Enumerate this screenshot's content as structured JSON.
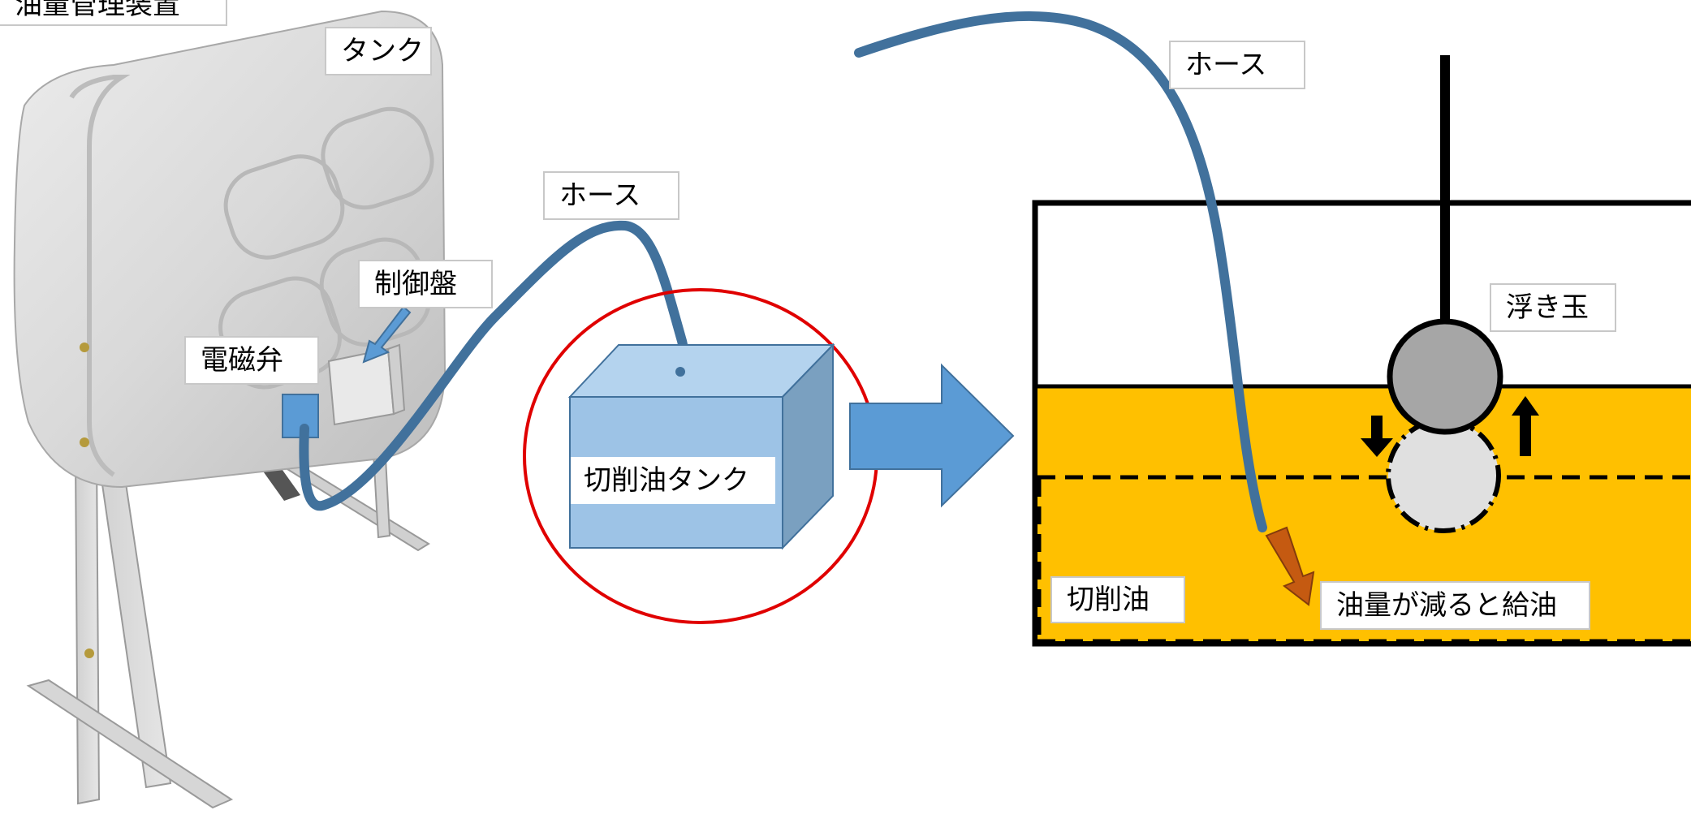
{
  "labels": {
    "device_title": "油量管理装置",
    "tank": "タンク",
    "control_panel": "制御盤",
    "solenoid_valve": "電磁弁",
    "hose_left": "ホース",
    "cutting_oil_tank": "切削油タンク",
    "hose_right": "ホース",
    "float_ball": "浮き玉",
    "cutting_oil": "切削油",
    "refill_note": "油量が減ると給油"
  },
  "colors": {
    "hose": "#41719c",
    "oil": "#ffc000",
    "float_top": "#a6a6a6",
    "float_bottom": "#e0e0e0",
    "cube_front": "#9dc3e6",
    "cube_side": "#7aa0c0",
    "arrow": "#5b9bd5",
    "valve": "#5b9bd5",
    "nozzle": "#c55a11",
    "highlight_circle": "#e00000"
  },
  "icons": {
    "direction_arrow": "right-arrow-icon",
    "float_down": "down-arrow-icon",
    "float_up": "up-arrow-icon"
  }
}
